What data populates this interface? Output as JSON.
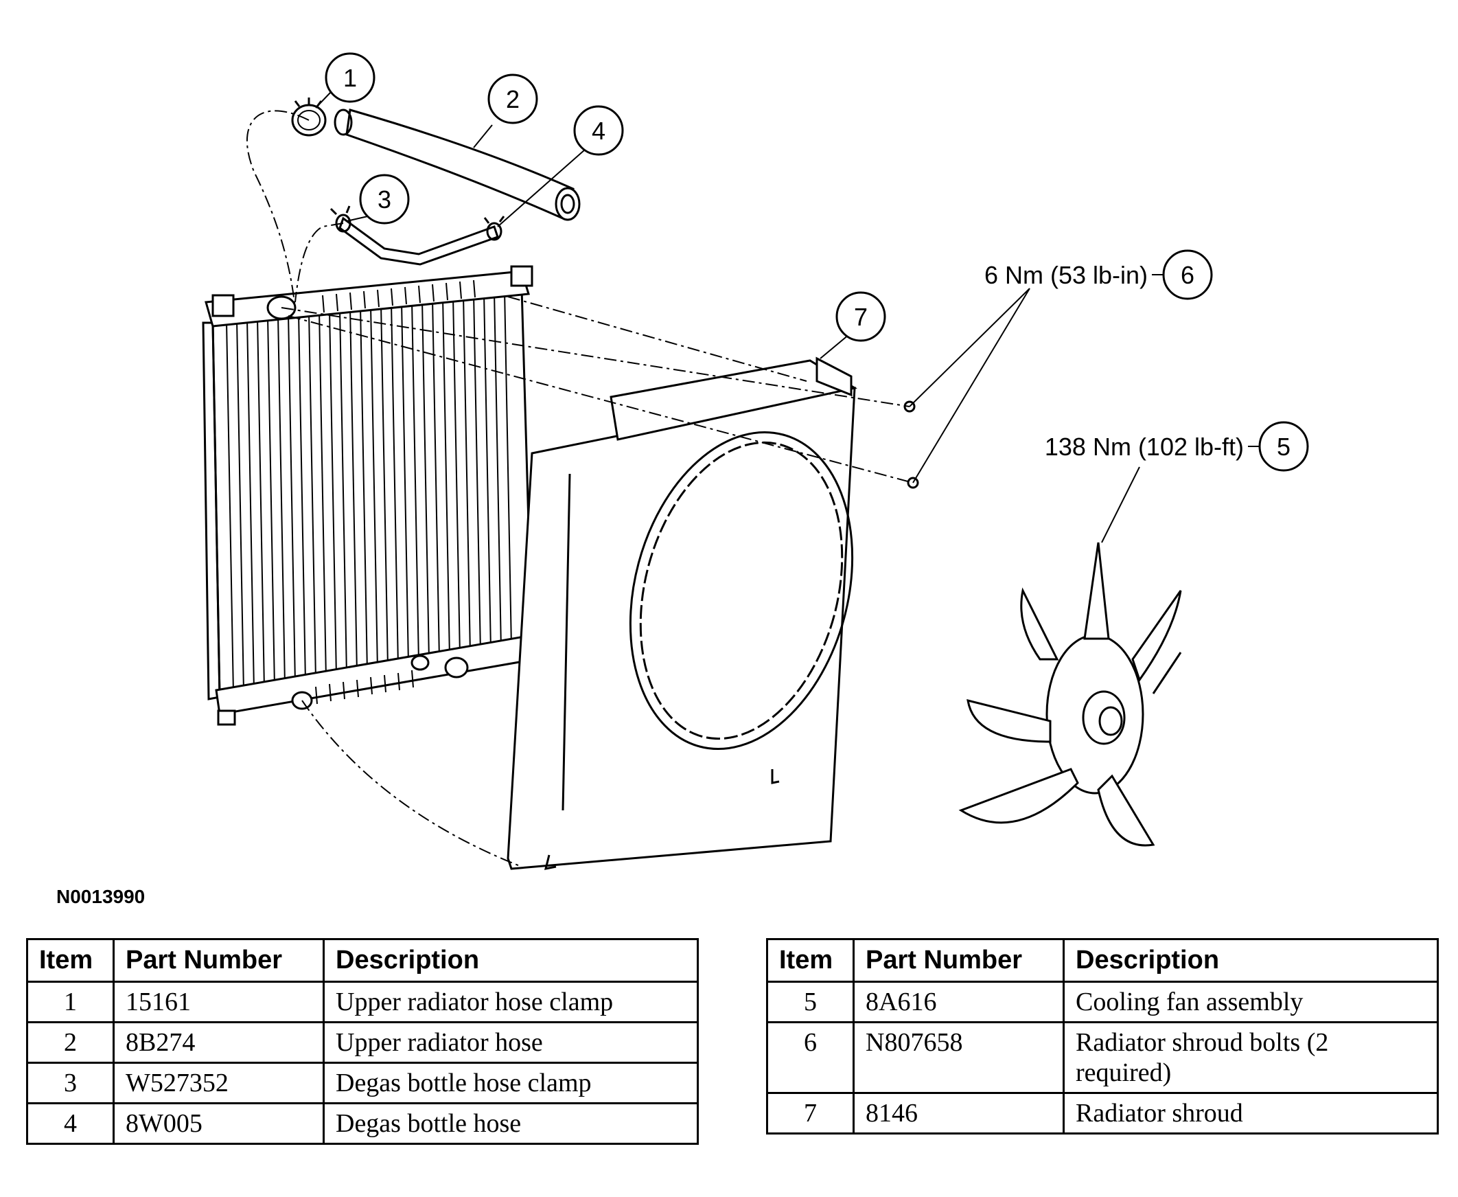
{
  "figure_id": "N0013990",
  "callouts": [
    "1",
    "2",
    "3",
    "4",
    "5",
    "6",
    "7"
  ],
  "torque_specs": {
    "bolts": "6 Nm (53 lb-in)",
    "fan": "138 Nm (102 lb-ft)"
  },
  "table_left": {
    "headers": [
      "Item",
      "Part Number",
      "Description"
    ],
    "rows": [
      {
        "item": "1",
        "part": "15161",
        "desc": "Upper radiator hose clamp"
      },
      {
        "item": "2",
        "part": "8B274",
        "desc": "Upper radiator hose"
      },
      {
        "item": "3",
        "part": "W527352",
        "desc": "Degas bottle hose clamp"
      },
      {
        "item": "4",
        "part": "8W005",
        "desc": "Degas bottle hose"
      }
    ]
  },
  "table_right": {
    "headers": [
      "Item",
      "Part Number",
      "Description"
    ],
    "rows": [
      {
        "item": "5",
        "part": "8A616",
        "desc": "Cooling fan assembly"
      },
      {
        "item": "6",
        "part": "N807658",
        "desc": "Radiator shroud bolts (2 required)"
      },
      {
        "item": "7",
        "part": "8146",
        "desc": "Radiator shroud"
      }
    ]
  }
}
